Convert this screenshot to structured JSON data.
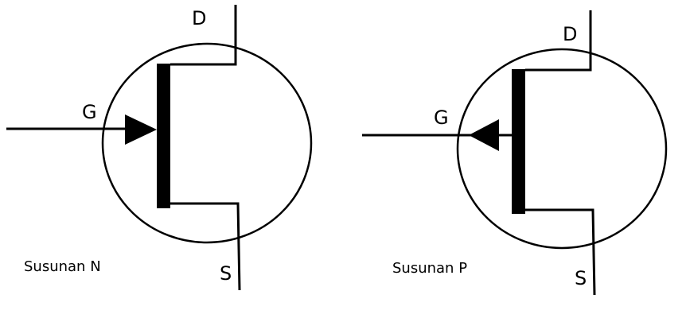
{
  "diagrams": {
    "n_channel": {
      "caption": "Susunan N",
      "gate_label": "G",
      "drain_label": "D",
      "source_label": "S"
    },
    "p_channel": {
      "caption": "Susunan P",
      "gate_label": "G",
      "drain_label": "D",
      "source_label": "S"
    }
  },
  "colors": {
    "stroke": "#000000",
    "background": "#ffffff"
  }
}
